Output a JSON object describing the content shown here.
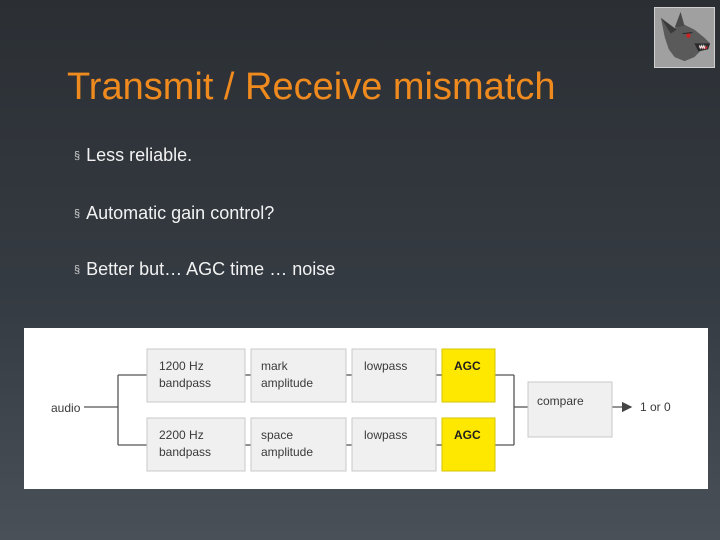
{
  "slide": {
    "title": "Transmit / Receive mismatch",
    "bullets": [
      "Less reliable.",
      "Automatic gain control?",
      "Better but…  AGC  time … noise"
    ],
    "bullet_marker": "§"
  },
  "logo": {
    "icon": "wolf-head-icon"
  },
  "diagram": {
    "input_label": "audio",
    "output_label": "1 or 0",
    "upper": {
      "filter_line1": "1200 Hz",
      "filter_line2": "bandpass",
      "amp_line1": "mark",
      "amp_line2": "amplitude",
      "lowpass": "lowpass",
      "agc": "AGC"
    },
    "lower": {
      "filter_line1": "2200 Hz",
      "filter_line2": "bandpass",
      "amp_line1": "space",
      "amp_line2": "amplitude",
      "lowpass": "lowpass",
      "agc": "AGC"
    },
    "compare": "compare",
    "colors": {
      "agc_fill": "#ffe800",
      "block_fill": "#f0f0f0",
      "line": "#555555"
    }
  }
}
